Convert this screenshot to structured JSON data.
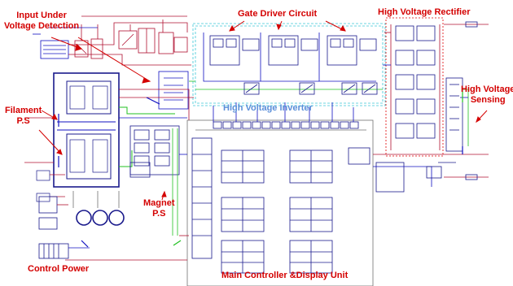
{
  "labels": {
    "input_under_voltage_line1": "Input Under",
    "input_under_voltage_line2": "Voltage Detection",
    "gate_driver": "Gate Driver Circuit",
    "hv_rectifier": "High Voltage Rectifier",
    "hv_sensing_line1": "High Voltage",
    "hv_sensing_line2": "Sensing",
    "filament_line1": "Filament",
    "filament_line2": "P.S",
    "hv_inverter": "High Voltage Inverter",
    "magnet_line1": "Magnet",
    "magnet_line2": "P.S",
    "control_power": "Control Power",
    "main_controller": "Main Controller &Display Unit"
  },
  "colors": {
    "callout_red": "#d40000",
    "callout_blue": "#5b8fd9",
    "wire_red": "#b01030",
    "wire_green": "#22c022",
    "wire_blue": "#1010c0",
    "block_navy": "#1a1a8c",
    "inverter_box_cyan": "#3cc8d8",
    "rectifier_box_red": "#e00000",
    "schematic_gray": "#707070"
  }
}
